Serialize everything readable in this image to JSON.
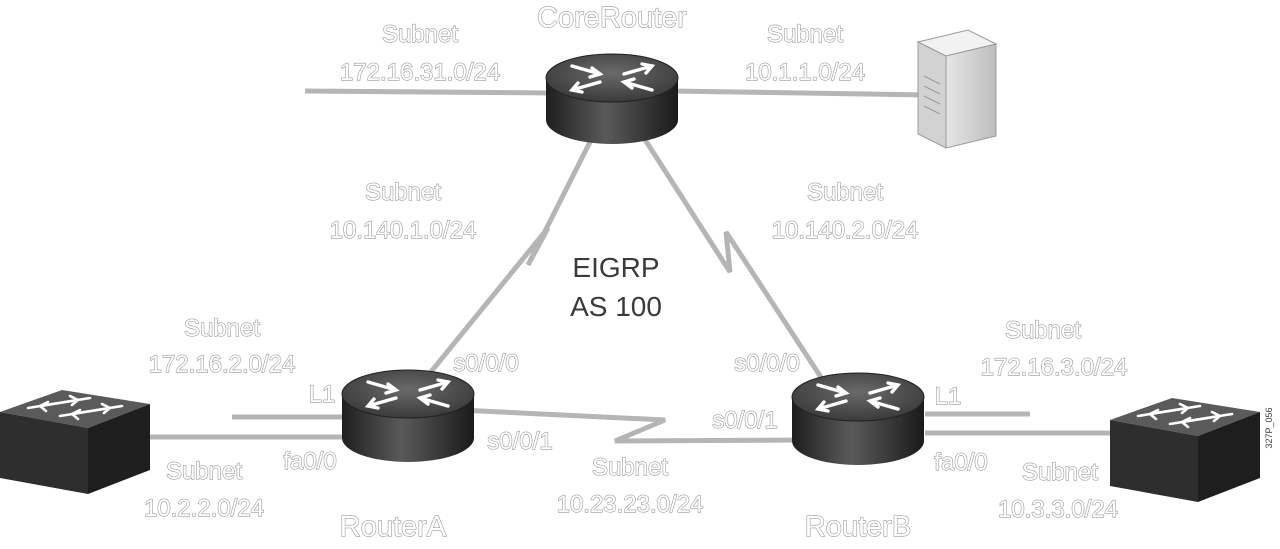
{
  "nodes": {
    "core": "CoreRouter",
    "router_a": "RouterA",
    "router_b": "RouterB"
  },
  "subnets": {
    "core_left": {
      "label": "Subnet",
      "value": "172.16.31.0/24"
    },
    "core_right": {
      "label": "Subnet",
      "value": "10.1.1.0/24"
    },
    "core_a": {
      "label": "Subnet",
      "value": "10.140.1.0/24"
    },
    "core_b": {
      "label": "Subnet",
      "value": "10.140.2.0/24"
    },
    "a_loopback": {
      "label": "Subnet",
      "value": "172.16.2.0/24"
    },
    "b_loopback": {
      "label": "Subnet",
      "value": "172.16.3.0/24"
    },
    "a_lan": {
      "label": "Subnet",
      "value": "10.2.2.0/24"
    },
    "b_lan": {
      "label": "Subnet",
      "value": "10.3.3.0/24"
    },
    "a_b": {
      "label": "Subnet",
      "value": "10.23.23.0/24"
    }
  },
  "protocol": {
    "line1": "EIGRP",
    "line2": "AS 100"
  },
  "interfaces": {
    "a_s000": "s0/0/0",
    "a_s001": "s0/0/1",
    "a_l1": "L1",
    "a_fa00": "fa0/0",
    "b_s000": "s0/0/0",
    "b_s001": "s0/0/1",
    "b_l1": "L1",
    "b_fa00": "fa0/0"
  },
  "figure_id": "327P_056",
  "colors": {
    "link": "#b5b5b5",
    "device_top": "#4a4a4a",
    "device_side": "#2a2a2a"
  },
  "icons": {
    "router": "router-icon",
    "switch": "switch-icon",
    "server": "server-icon"
  }
}
